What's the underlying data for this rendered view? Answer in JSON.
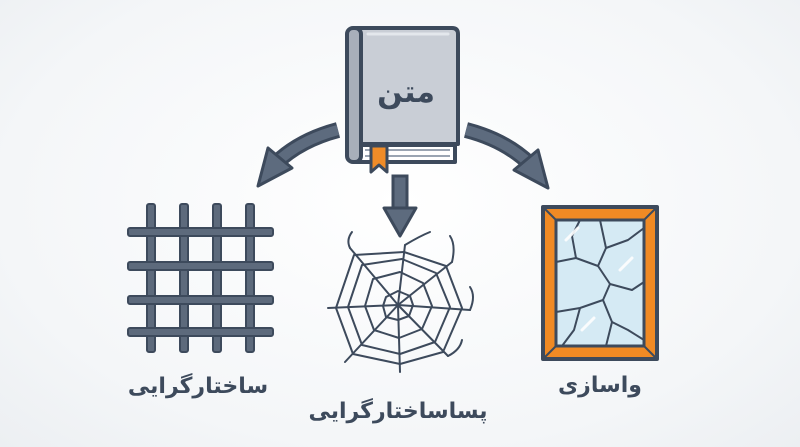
{
  "book": {
    "title": "متن"
  },
  "labels": {
    "structuralism": "ساختارگرایی",
    "poststructuralism": "پساساختارگرایی",
    "deconstruction": "واسازی"
  },
  "colors": {
    "outline": "#3d4a5c",
    "book_cover": "#c9ced6",
    "book_pages": "#ffffff",
    "bookmark": "#f08c28",
    "arrow": "#5d6b7e",
    "grid_bars": "#5d6a7c",
    "frame": "#f08a24",
    "glass": "#cfe6f2"
  }
}
